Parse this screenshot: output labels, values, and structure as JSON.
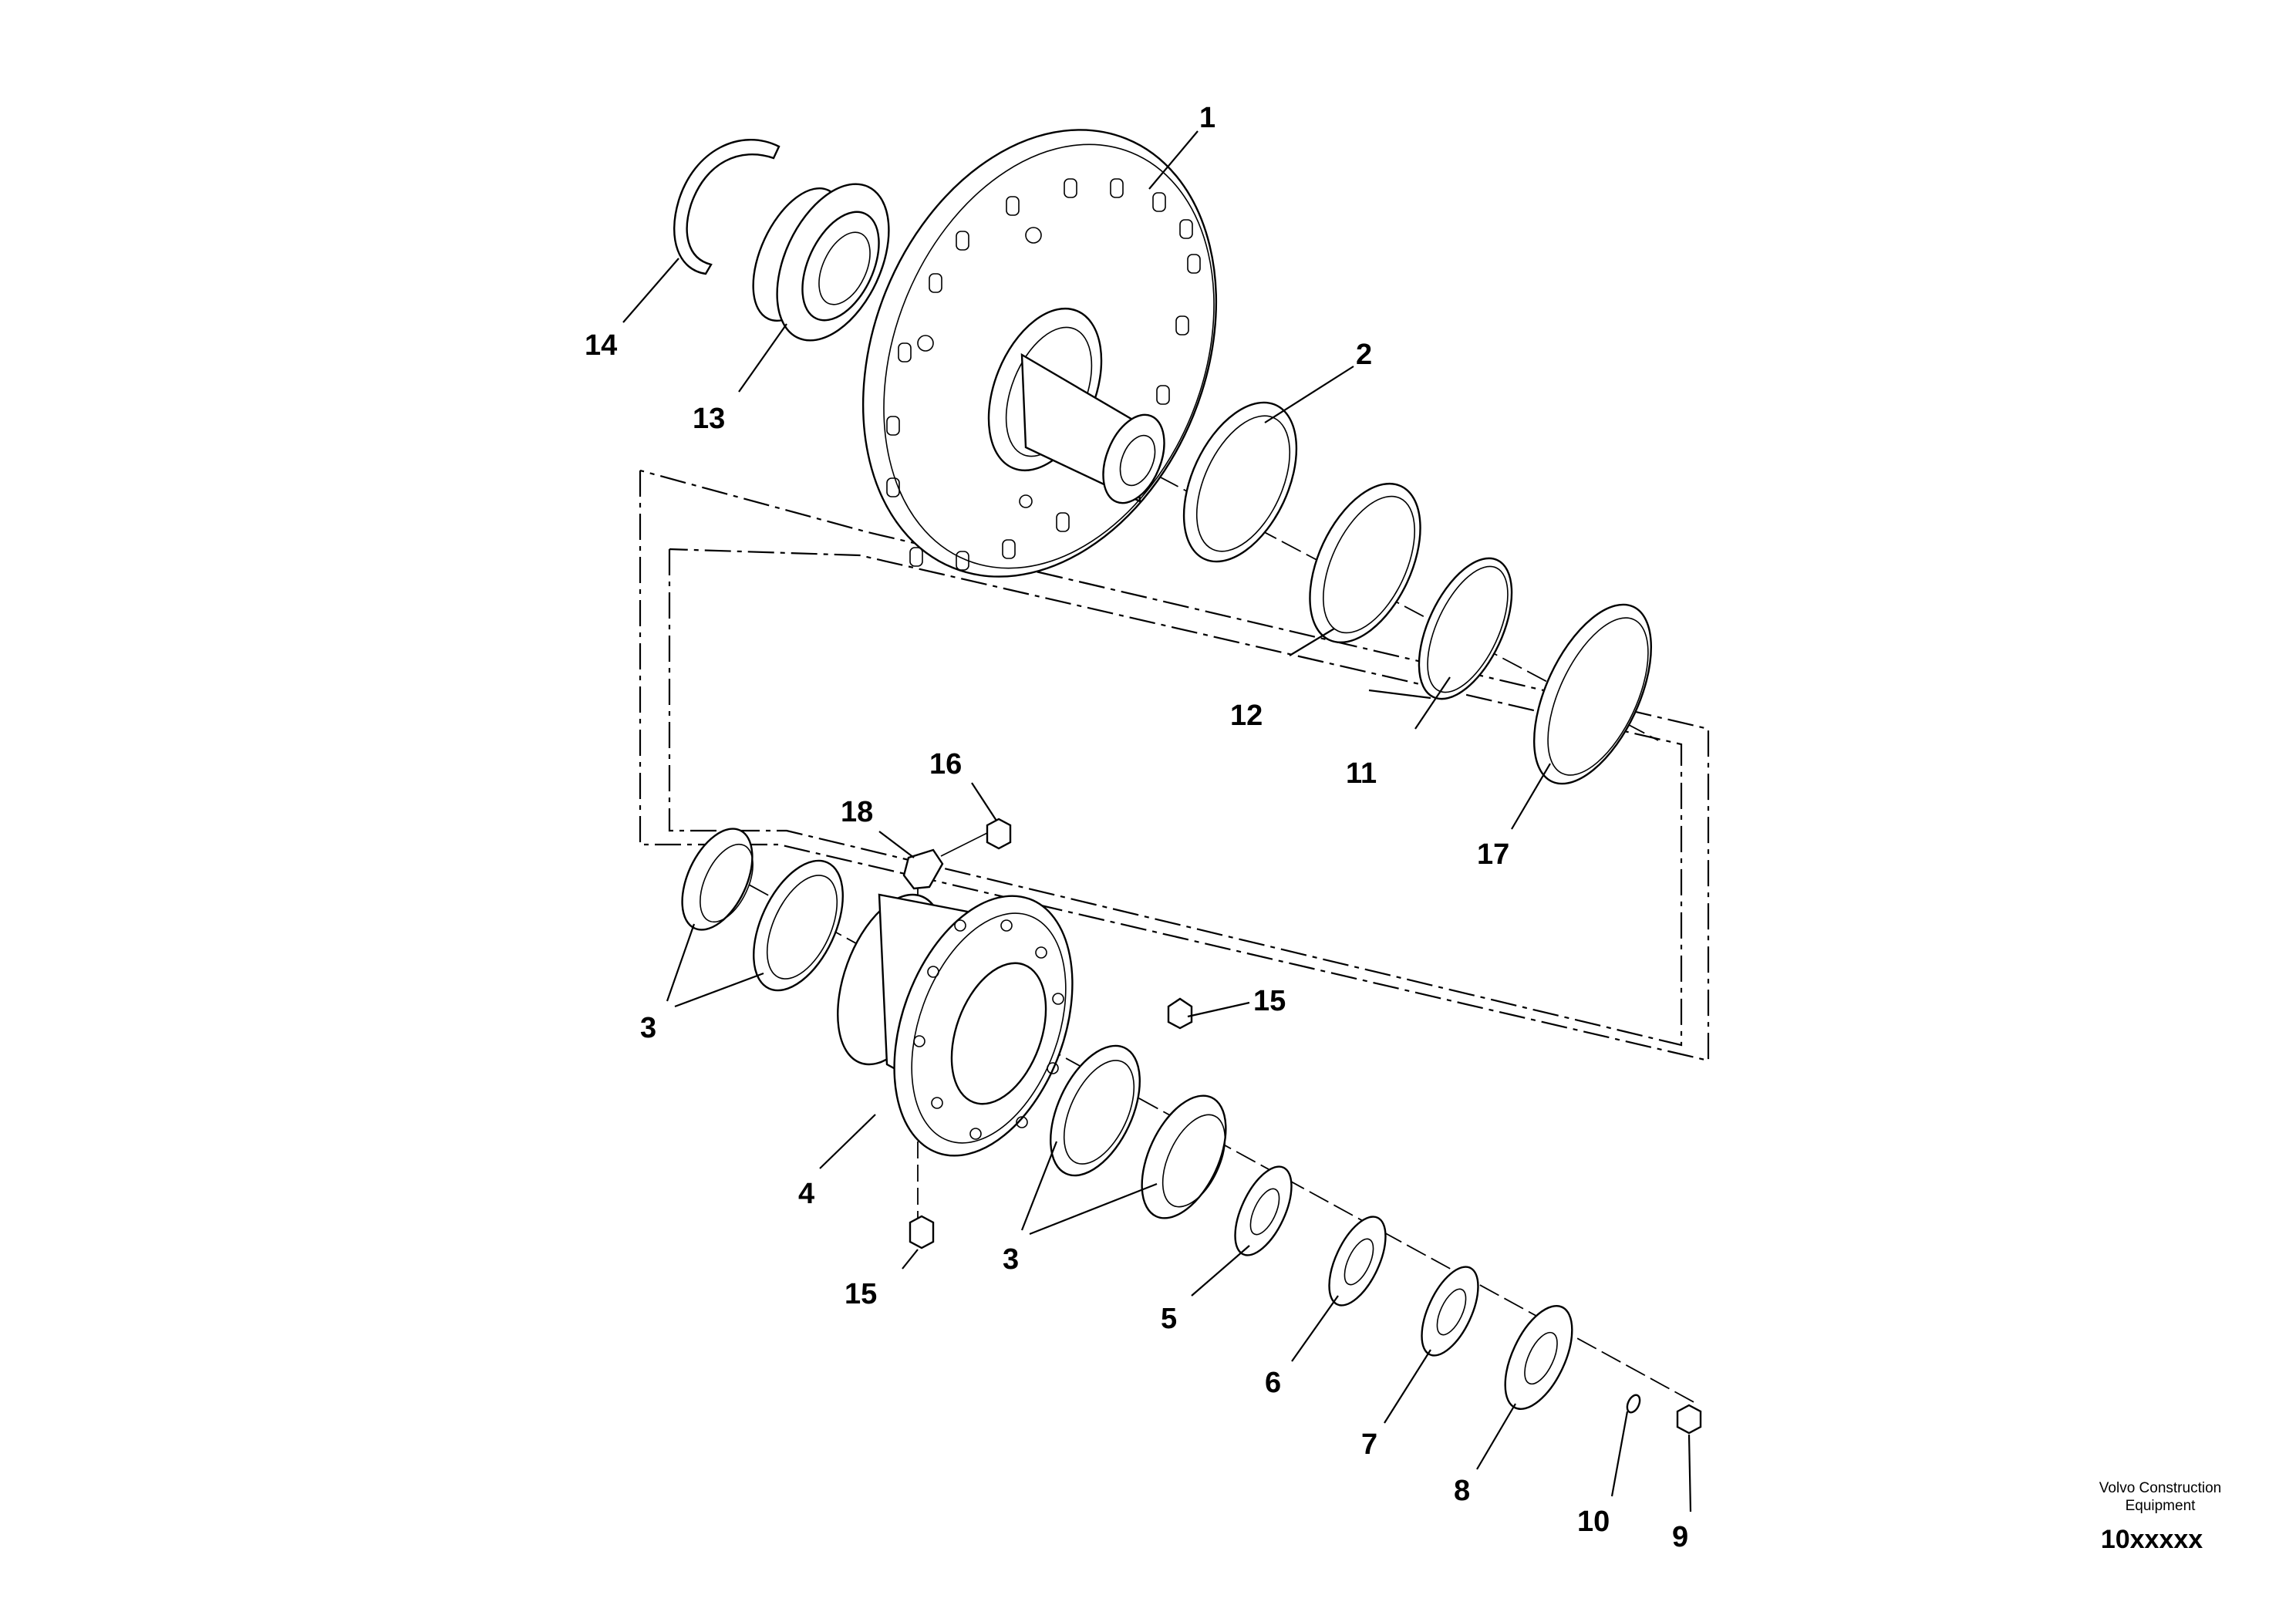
{
  "callouts": [
    {
      "id": "1",
      "text": "1"
    },
    {
      "id": "2",
      "text": "2"
    },
    {
      "id": "3a",
      "text": "3"
    },
    {
      "id": "3b",
      "text": "3"
    },
    {
      "id": "4",
      "text": "4"
    },
    {
      "id": "5",
      "text": "5"
    },
    {
      "id": "6",
      "text": "6"
    },
    {
      "id": "7",
      "text": "7"
    },
    {
      "id": "8",
      "text": "8"
    },
    {
      "id": "9",
      "text": "9"
    },
    {
      "id": "10",
      "text": "10"
    },
    {
      "id": "11",
      "text": "11"
    },
    {
      "id": "12",
      "text": "12"
    },
    {
      "id": "13",
      "text": "13"
    },
    {
      "id": "14",
      "text": "14"
    },
    {
      "id": "15a",
      "text": "15"
    },
    {
      "id": "15b",
      "text": "15"
    },
    {
      "id": "16",
      "text": "16"
    },
    {
      "id": "17",
      "text": "17"
    },
    {
      "id": "18",
      "text": "18"
    }
  ],
  "footer": {
    "company_line1": "Volvo Construction",
    "company_line2": "Equipment",
    "drawing_number": "10xxxxx"
  }
}
